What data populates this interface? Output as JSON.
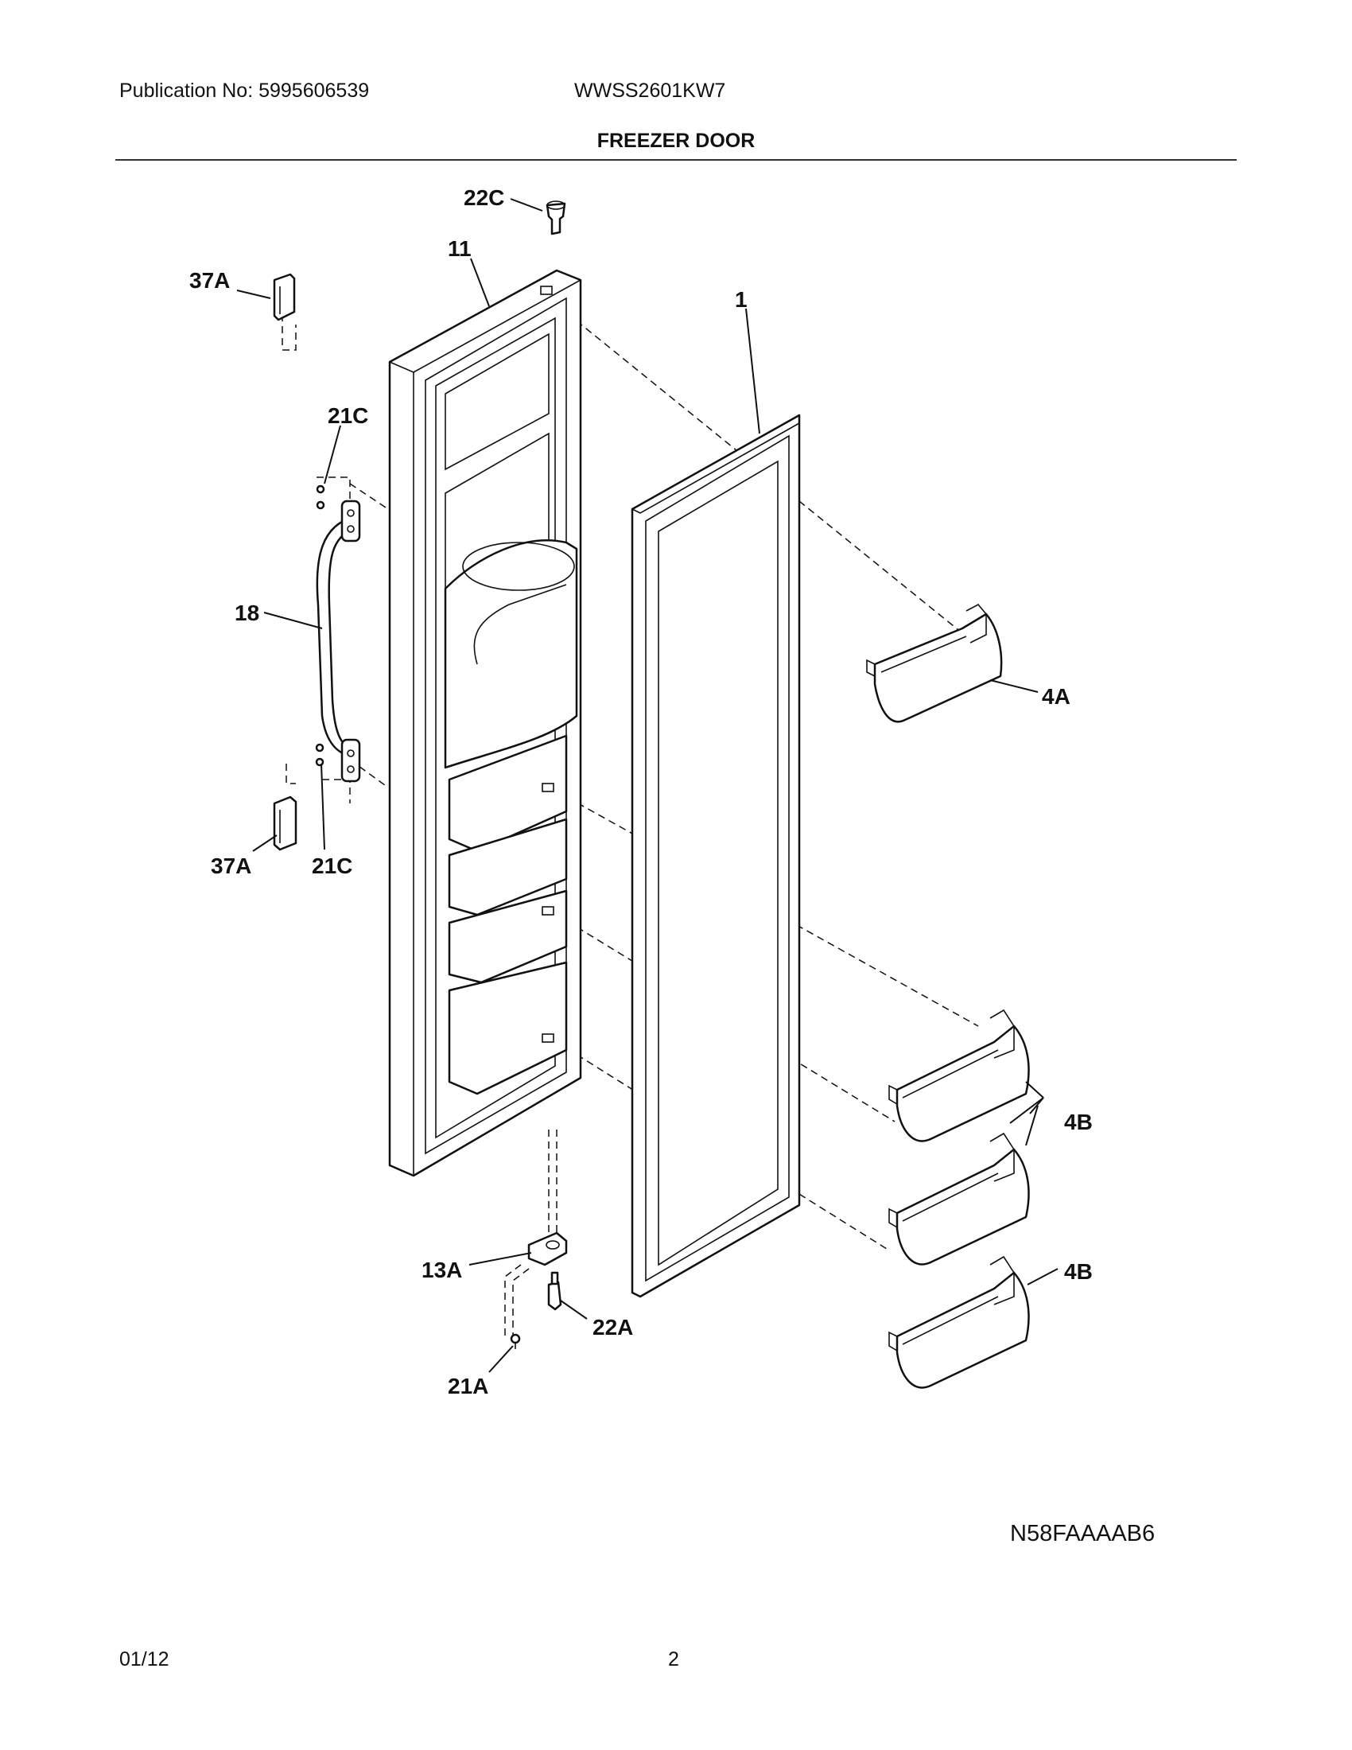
{
  "header": {
    "publication": "Publication No: 5995606539",
    "model": "WWSS2601KW7",
    "title": "FREEZER DOOR"
  },
  "callouts": {
    "c22C": "22C",
    "c11": "11",
    "c37A_top": "37A",
    "c21C_top": "21C",
    "c1": "1",
    "c18": "18",
    "c4A": "4A",
    "c37A_bottom": "37A",
    "c21C_bottom": "21C",
    "c4B_top": "4B",
    "c4B_bottom": "4B",
    "c13A": "13A",
    "c22A": "22A",
    "c21A": "21A"
  },
  "diagram_code": "N58FAAAAB6",
  "footer": {
    "date": "01/12",
    "page": "2"
  }
}
